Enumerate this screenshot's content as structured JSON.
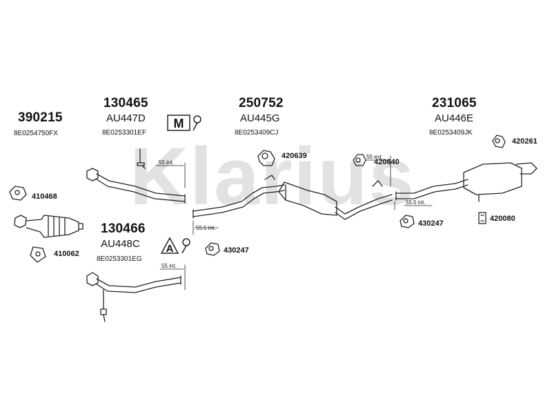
{
  "watermark": "Klarius",
  "groups": [
    {
      "number": "390215",
      "code": "",
      "ref": "8E0254750FX"
    },
    {
      "number": "130465",
      "code": "AU447D",
      "ref": "8E0253301EF"
    },
    {
      "number": "250752",
      "code": "AU445G",
      "ref": "8E0253409CJ"
    },
    {
      "number": "231065",
      "code": "AU446E",
      "ref": "8E0253409JK"
    },
    {
      "number": "130466",
      "code": "AU448C",
      "ref": "8E0253301EG"
    }
  ],
  "parts": [
    "410468",
    "410062",
    "420639",
    "420640",
    "420261",
    "430247",
    "420080",
    "430247"
  ],
  "dimensions": [
    "55 int.",
    "55.5 int.",
    "55 ext.",
    "55.5 int.",
    "55 int."
  ],
  "symbols": {
    "m": "M",
    "a": "A"
  },
  "colors": {
    "line": "#222222",
    "watermark": "#dddddd"
  }
}
